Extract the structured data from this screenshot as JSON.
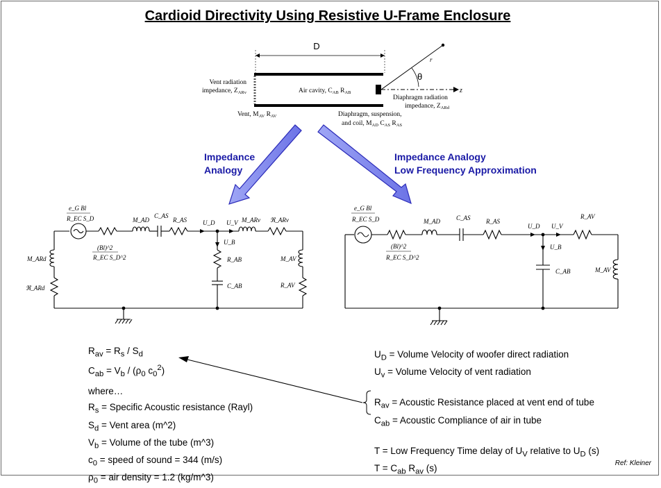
{
  "title": "Cardioid Directivity Using Resistive U-Frame Enclosure",
  "figure": {
    "dimension": "D",
    "radius": "r",
    "angle": "θ",
    "axis": "z",
    "vent_impedance": [
      "Vent radiation",
      "impedance, Z",
      "ARv"
    ],
    "air_cavity": [
      "Air cavity, C",
      "AB",
      " R",
      "AB"
    ],
    "diaphragm_impedance": [
      "Diaphragm radiation",
      "impedance, Z",
      "ARd"
    ],
    "vent": [
      "Vent, M",
      "AV",
      " R",
      "AV"
    ],
    "diaphragm": [
      "Diaphragm, suspension,",
      "and coil, M",
      "AD",
      " C",
      "AS",
      " R",
      "AS"
    ]
  },
  "left_label": [
    "Impedance",
    "Analogy"
  ],
  "right_label": [
    "Impedance Analogy",
    "Low Frequency Approximation"
  ],
  "circuit_left": {
    "source_num": "e_G Bl",
    "source_den": "R_EC S_D",
    "bl_num": "(Bl)^2",
    "bl_den": "R_EC S_D^2",
    "MAD": "M_AD",
    "CAS": "C_AS",
    "RAS": "R_AS",
    "UD": "U_D",
    "UV": "U_V",
    "UB": "U_B",
    "MARv": "M_ARv",
    "RARv": "ℜ_ARv",
    "RAB": "R_AB",
    "CAB": "C_AB",
    "MARd": "M_ARd",
    "RARd": "ℜ_ARd",
    "MAV": "M_AV",
    "RAV": "R_AV"
  },
  "circuit_right": {
    "source_num": "e_G Bl",
    "source_den": "R_EC S_D",
    "bl_num": "(Bl)^2",
    "bl_den": "R_EC S_D^2",
    "MAD": "M_AD",
    "CAS": "C_AS",
    "RAS": "R_AS",
    "UD": "U_D",
    "UV": "U_V",
    "UB": "U_B",
    "RAV": "R_AV",
    "CAB": "C_AB",
    "MAV": "M_AV"
  },
  "formulas": {
    "rav": [
      "R",
      "av",
      " = R",
      "s",
      " / S",
      "d"
    ],
    "cab": [
      "C",
      "ab",
      " = V",
      "b",
      " / (ρ",
      "0",
      " c",
      "0",
      "2",
      ")"
    ],
    "where": "where…",
    "rs": [
      "R",
      "s",
      " = Specific Acoustic resistance (Rayl)"
    ],
    "sd": [
      "S",
      "d",
      " = Vent area (m^2)"
    ],
    "vb": [
      "V",
      "b",
      " = Volume of the tube  (m^3)"
    ],
    "c0": [
      "c",
      "0",
      " = speed of sound  = 344 (m/s)"
    ],
    "rho": [
      "ρ",
      "0",
      " = air density = 1.2 (kg/m^3)"
    ]
  },
  "definitions": {
    "ud": [
      "U",
      "D",
      " = Volume Velocity of woofer direct radiation"
    ],
    "uv": [
      "U",
      "v",
      " = Volume Velocity of vent radiation"
    ],
    "rav": [
      "R",
      "av",
      " = Acoustic Resistance placed at vent end of tube"
    ],
    "cab": [
      "C",
      "ab",
      " = Acoustic Compliance of air in tube"
    ],
    "t1": [
      "T = Low Frequency Time delay of U",
      "V",
      " relative to U",
      "D",
      " (s)"
    ],
    "t2": [
      "T = C",
      "ab",
      " R",
      "av",
      "  (s)"
    ]
  },
  "ref": "Ref: Kleiner"
}
